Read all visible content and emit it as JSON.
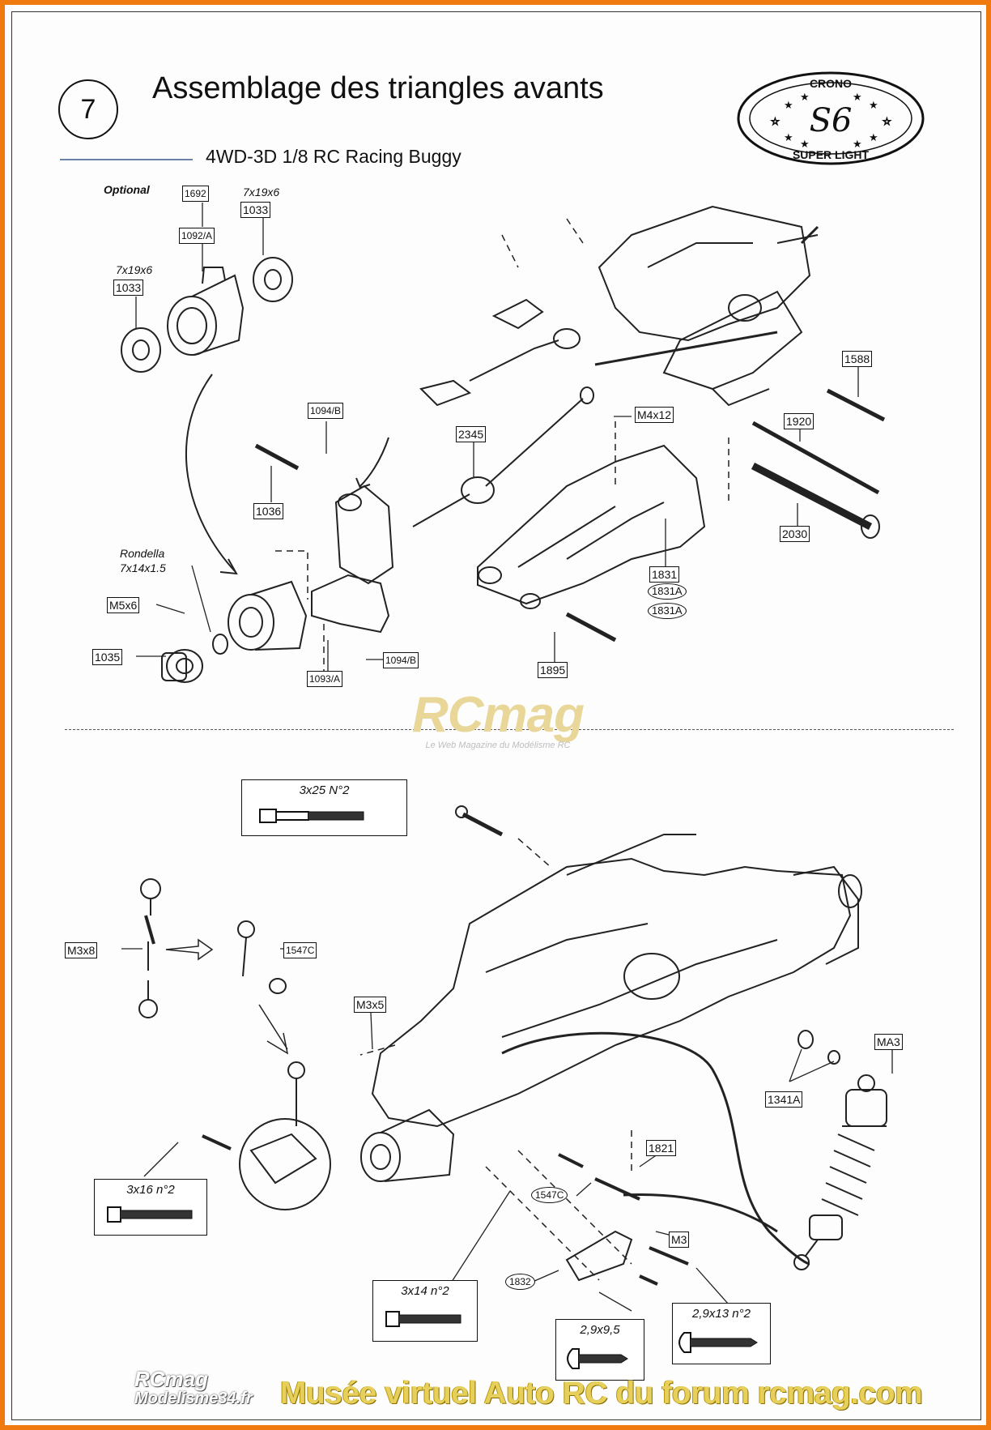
{
  "header": {
    "step_number": "7",
    "title": "Assemblage des triangles avants",
    "subtitle": "4WD-3D 1/8 RC Racing Buggy"
  },
  "logo": {
    "top_text": "CRONO",
    "center_text": "S6",
    "bottom_text": "SUPER LIGHT"
  },
  "upper_diagram": {
    "labels": {
      "optional": "Optional",
      "bearing_a": "7x19x6",
      "bearing_b": "7x19x6",
      "rondella_1": "Rondella",
      "rondella_2": "7x14x1.5"
    },
    "parts": {
      "p1692": "1692",
      "p1092a": "1092/A",
      "p1033_top": "1033",
      "p1033_left": "1033",
      "p1094b_top": "1094/B",
      "p1036": "1036",
      "p2345": "2345",
      "pM4x12": "M4x12",
      "p1588": "1588",
      "p1920": "1920",
      "p2030": "2030",
      "p1831": "1831",
      "p1831a_1": "1831A",
      "p1831a_2": "1831A",
      "pM5x6": "M5x6",
      "p1035": "1035",
      "p1093a": "1093/A",
      "p1094b_bottom": "1094/B",
      "p1895": "1895"
    }
  },
  "lower_diagram": {
    "parts": {
      "s3x25": "3x25 N°2",
      "pM3x8": "M3x8",
      "p1547c_top": "1547C",
      "pM3x5": "M3x5",
      "pMA3": "MA3",
      "p1341a": "1341A",
      "p1821": "1821",
      "p1547c_bottom": "1547C",
      "pM3": "M3",
      "p1832": "1832",
      "s3x16": "3x16 n°2",
      "s3x14": "3x14 n°2",
      "s29x95": "2,9x9,5",
      "s29x13": "2,9x13 n°2"
    }
  },
  "watermark": {
    "name": "RCmag",
    "tagline": "Le Web Magazine du Modélisme RC"
  },
  "footer": {
    "logo_line1": "RCmag",
    "logo_line2": "Modelisme34.fr",
    "text": "Musée virtuel Auto RC du forum rcmag.com"
  },
  "colors": {
    "frame": "#f07a10",
    "footer_text": "#e6cf5a",
    "watermark": "#e9d79a"
  }
}
